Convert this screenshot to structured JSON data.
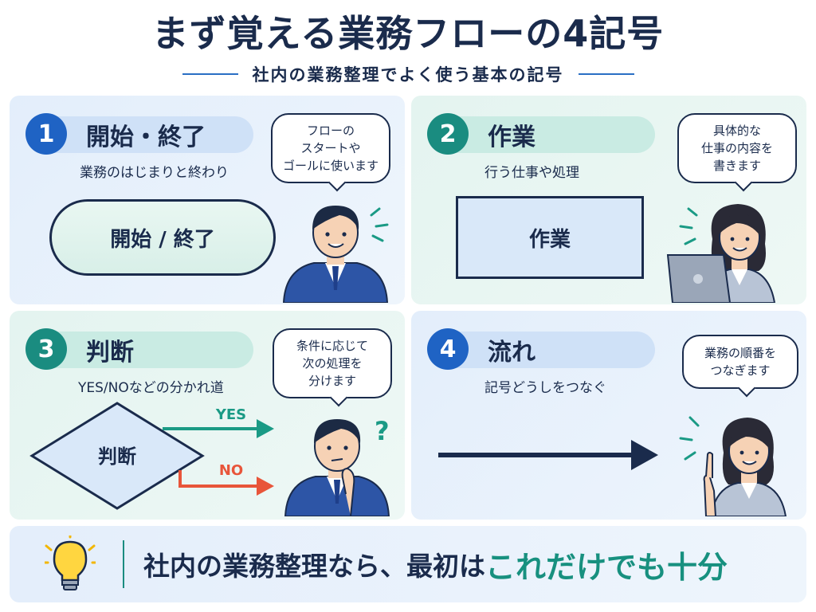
{
  "header": {
    "title": "まず覚える業務フローの4記号",
    "subtitle": "社内の業務整理でよく使う基本の記号"
  },
  "cards": [
    {
      "number": "1",
      "name": "開始・終了",
      "description": "業務のはじまりと終わり",
      "shape_label": "開始 / 終了",
      "bubble": "フローの\nスタートや\nゴールに使います",
      "accent": "#1f63c4"
    },
    {
      "number": "2",
      "name": "作業",
      "description": "行う仕事や処理",
      "shape_label": "作業",
      "bubble": "具体的な\n仕事の内容を\n書きます",
      "accent": "#1a8c80"
    },
    {
      "number": "3",
      "name": "判断",
      "description": "YES/NOなどの分かれ道",
      "shape_label": "判断",
      "yes_label": "YES",
      "no_label": "NO",
      "bubble": "条件に応じて\n次の処理を\n分けます",
      "question_mark": "?",
      "accent": "#1a8c80"
    },
    {
      "number": "4",
      "name": "流れ",
      "description": "記号どうしをつなぐ",
      "bubble": "業務の順番を\nつなぎます",
      "accent": "#1f63c4"
    }
  ],
  "footer": {
    "message_main": "社内の業務整理なら、最初は",
    "message_highlight": "これだけでも十分",
    "icon": "lightbulb-icon"
  },
  "colors": {
    "navy": "#1a2b4c",
    "blue": "#1f63c4",
    "teal": "#1a8c80",
    "yes_arrow": "#1a9a85",
    "no_arrow": "#e8553a"
  }
}
